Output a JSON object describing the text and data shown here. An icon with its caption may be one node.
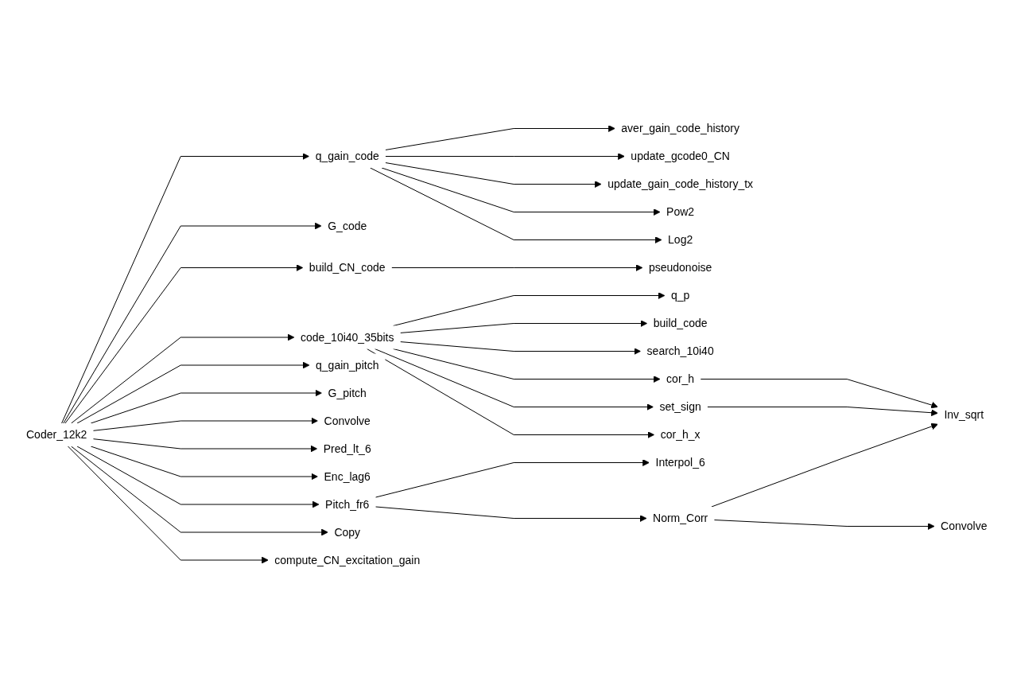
{
  "diagram": {
    "nodes": [
      {
        "text": [
          "Coder_12k2"
        ]
      },
      {
        "text": [
          "q_gain_code"
        ]
      },
      {
        "text": [
          "G_code"
        ]
      },
      {
        "text": [
          "build_CN_code"
        ]
      },
      {
        "text": [
          "code_10i40_35bits"
        ]
      },
      {
        "text": [
          "q_gain_pitch"
        ]
      },
      {
        "text": [
          "G_pitch"
        ]
      },
      {
        "text": [
          "Convolve"
        ]
      },
      {
        "text": [
          "Pred_lt_6"
        ]
      },
      {
        "text": [
          "Enc_lag6"
        ]
      },
      {
        "text": [
          "Pitch_fr6"
        ]
      },
      {
        "text": [
          "Copy"
        ]
      },
      {
        "text": [
          "compute_CN_excitation_gain"
        ]
      },
      {
        "text": [
          "aver_gain_code_history"
        ]
      },
      {
        "text": [
          "update_gcode0_CN"
        ]
      },
      {
        "text": [
          "update_gain_code_history_tx"
        ]
      },
      {
        "text": [
          "Pow2"
        ]
      },
      {
        "text": [
          "Log2"
        ]
      },
      {
        "text": [
          "pseudonoise"
        ]
      },
      {
        "text": [
          "q_p"
        ]
      },
      {
        "text": [
          "build_code"
        ]
      },
      {
        "text": [
          "search_10i40"
        ]
      },
      {
        "text": [
          "cor_h"
        ]
      },
      {
        "text": [
          "set_sign"
        ]
      },
      {
        "text": [
          "cor_h_x"
        ]
      },
      {
        "text": [
          "Interpol_6"
        ]
      },
      {
        "text": [
          "Norm_Corr"
        ]
      },
      {
        "text": [
          "Inv_sqrt"
        ]
      },
      {
        "text": [
          "Convolve"
        ]
      }
    ],
    "edges": [
      {
        "from": 0,
        "to": 1,
        "arrow": "to"
      },
      {
        "from": 0,
        "to": 2,
        "arrow": "to"
      },
      {
        "from": 0,
        "to": 3,
        "arrow": "to"
      },
      {
        "from": 0,
        "to": 4,
        "arrow": "to"
      },
      {
        "from": 0,
        "to": 5,
        "arrow": "to"
      },
      {
        "from": 0,
        "to": 6,
        "arrow": "to"
      },
      {
        "from": 0,
        "to": 7,
        "arrow": "to"
      },
      {
        "from": 0,
        "to": 8,
        "arrow": "to"
      },
      {
        "from": 0,
        "to": 9,
        "arrow": "to"
      },
      {
        "from": 0,
        "to": 10,
        "arrow": "to"
      },
      {
        "from": 0,
        "to": 11,
        "arrow": "to"
      },
      {
        "from": 0,
        "to": 12,
        "arrow": "to"
      },
      {
        "from": 1,
        "to": 13,
        "arrow": "to"
      },
      {
        "from": 1,
        "to": 14,
        "arrow": "to"
      },
      {
        "from": 1,
        "to": 15,
        "arrow": "to"
      },
      {
        "from": 1,
        "to": 16,
        "arrow": "to"
      },
      {
        "from": 1,
        "to": 17,
        "arrow": "to"
      },
      {
        "from": 3,
        "to": 18,
        "arrow": "to"
      },
      {
        "from": 4,
        "to": 19,
        "arrow": "to"
      },
      {
        "from": 4,
        "to": 20,
        "arrow": "to"
      },
      {
        "from": 4,
        "to": 21,
        "arrow": "to"
      },
      {
        "from": 4,
        "to": 22,
        "arrow": "to"
      },
      {
        "from": 4,
        "to": 23,
        "arrow": "to"
      },
      {
        "from": 4,
        "to": 24,
        "arrow": "to"
      },
      {
        "from": 10,
        "to": 25,
        "arrow": "to"
      },
      {
        "from": 10,
        "to": 26,
        "arrow": "to"
      },
      {
        "from": 22,
        "to": 27,
        "arrow": "to"
      },
      {
        "from": 23,
        "to": 27,
        "arrow": "to"
      },
      {
        "from": 26,
        "to": 27,
        "arrow": "to"
      },
      {
        "from": 26,
        "to": 28,
        "arrow": "to"
      }
    ]
  }
}
